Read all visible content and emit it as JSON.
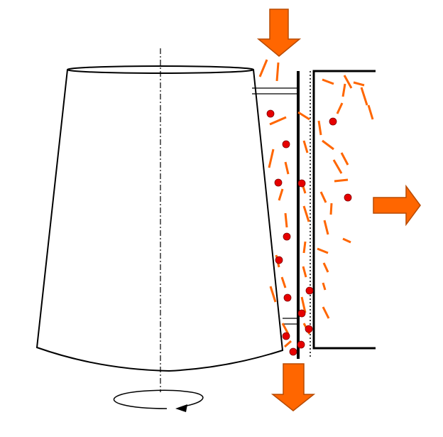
{
  "diagram": {
    "background_color": "#ffffff",
    "line_color": "#000000",
    "arrow_color": "#ff6600",
    "arrow_outline_color": "#b84a00",
    "fiber_color": "#ff6600",
    "particle_color": "#e60000",
    "particle_outline_color": "#800000",
    "components": {
      "rotor": "tapered-rotating-drum",
      "rotation_axis": "dash-dot-centerline",
      "rotation_indicator": "counterclockwise-ellipse-arrow",
      "screen": "vertical-screen-plate",
      "outlet_chamber": "open-bracket-chamber",
      "inlet_arrow": "down-arrow",
      "accept_arrow": "right-arrow",
      "reject_arrow": "down-arrow"
    }
  }
}
